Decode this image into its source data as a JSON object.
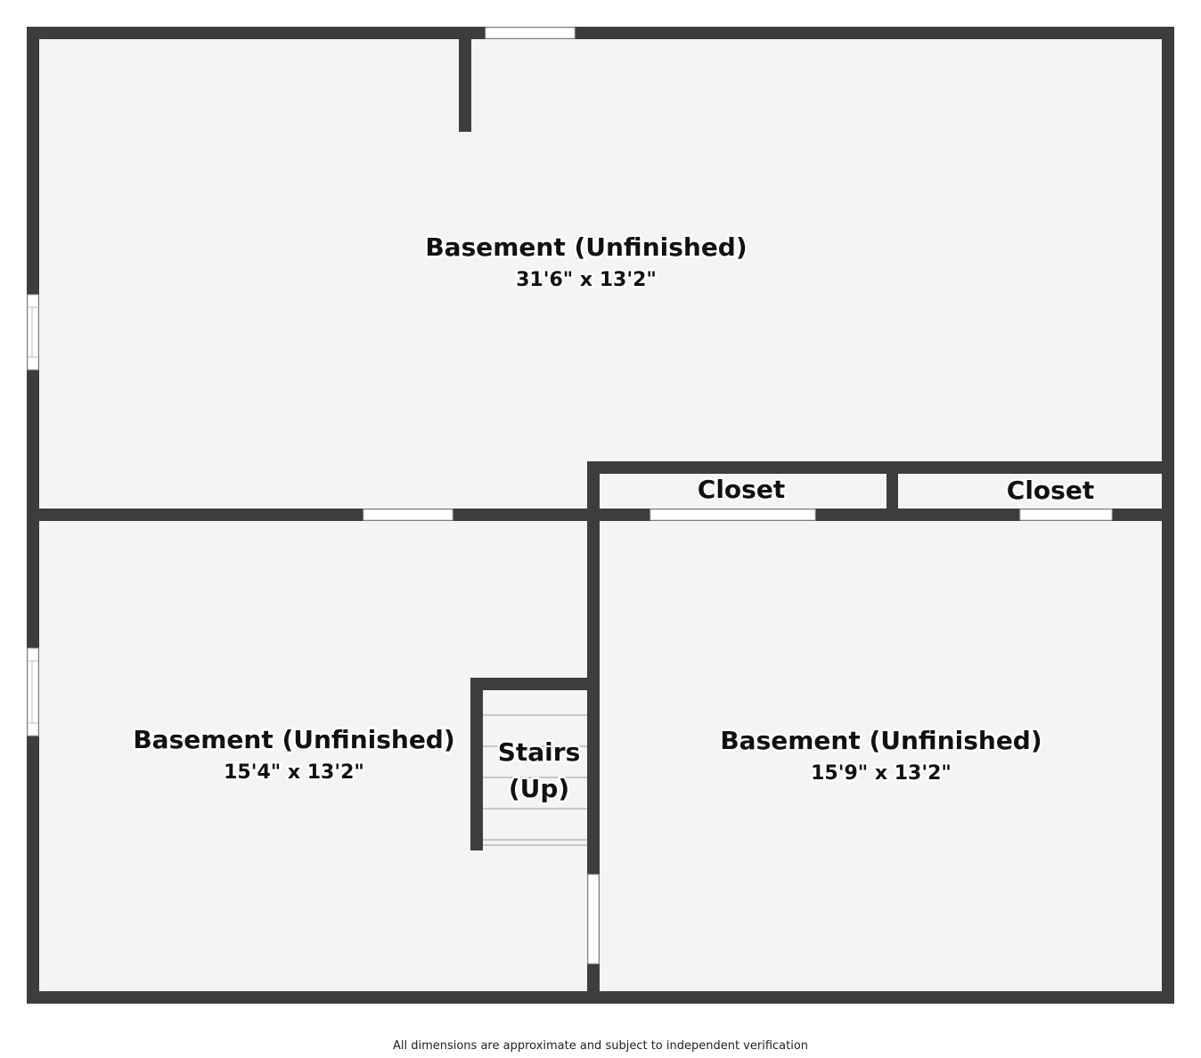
{
  "rooms": {
    "upper_basement": {
      "name": "Basement (Unfinished)",
      "dimensions": "31'6\" x 13'2\""
    },
    "lower_left_basement": {
      "name": "Basement (Unfinished)",
      "dimensions": "15'4\" x 13'2\""
    },
    "lower_right_basement": {
      "name": "Basement (Unfinished)",
      "dimensions": "15'9\" x 13'2\""
    },
    "closet_left": {
      "name": "Closet"
    },
    "closet_right": {
      "name": "Closet"
    },
    "stairs": {
      "line1": "Stairs",
      "line2": "(Up)"
    }
  },
  "footer": {
    "disclaimer": "All dimensions are approximate and subject to independent verification"
  },
  "colors": {
    "wall": "#3d3d3d",
    "floor": "#f4f4f4",
    "opening": "#ffffff"
  }
}
